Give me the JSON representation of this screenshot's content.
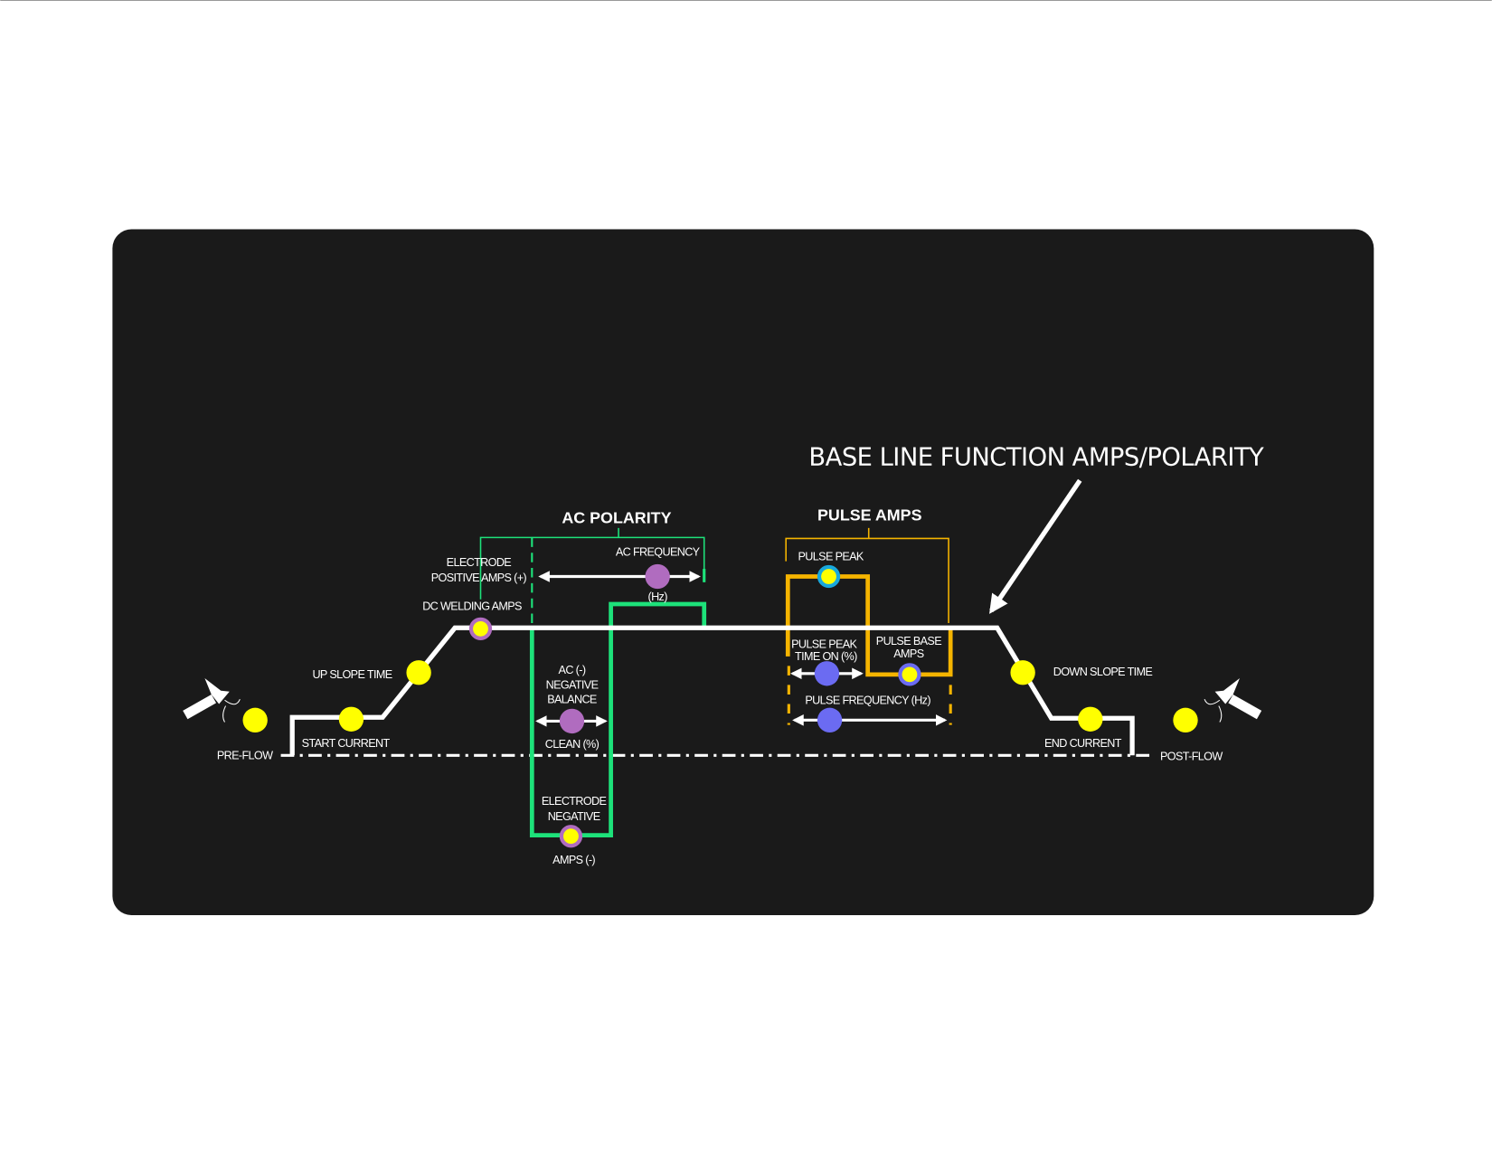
{
  "title": "BASE LINE FUNCTION AMPS/POLARITY",
  "groups": {
    "ac_polarity": "AC POLARITY",
    "pulse_amps": "PULSE AMPS"
  },
  "labels": {
    "pre_flow": "PRE-FLOW",
    "start_current": "START CURRENT",
    "up_slope_time": "UP SLOPE TIME",
    "dc_welding_amps": "DC WELDING AMPS",
    "electrode_positive_1": "ELECTRODE",
    "electrode_positive_2": "POSITIVE AMPS (+)",
    "ac_frequency": "AC FREQUENCY",
    "hz": "(Hz)",
    "balance_1": "AC  (-)",
    "balance_2": "NEGATIVE",
    "balance_3": "BALANCE",
    "clean": "CLEAN (%)",
    "electrode_negative_1": "ELECTRODE",
    "electrode_negative_2": "NEGATIVE",
    "amps_neg": "AMPS (-)",
    "pulse_peak": "PULSE PEAK",
    "peak_time_1": "PULSE PEAK",
    "peak_time_2": "TIME ON (%)",
    "pulse_base_1": "PULSE  BASE",
    "pulse_base_2": "AMPS",
    "pulse_frequency": "PULSE  FREQUENCY (Hz)",
    "down_slope_time": "DOWN SLOPE  TIME",
    "end_current": "END CURRENT",
    "post_flow": "POST-FLOW"
  },
  "colors": {
    "panel": "#1a1a1a",
    "yellow": "#ffff00",
    "green": "#1de27a",
    "orange": "#f5b400",
    "purple": "#b06cbf",
    "blue": "#6b6bf2",
    "cyan": "#18a8dc"
  }
}
